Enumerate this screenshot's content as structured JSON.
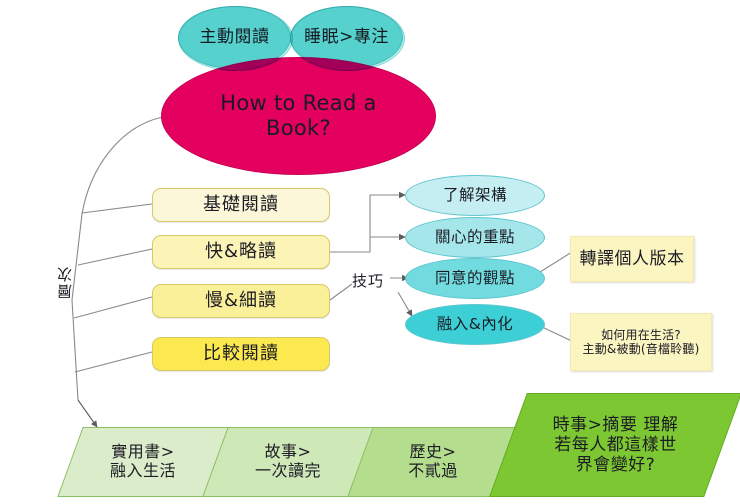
{
  "diagram": {
    "title_center": {
      "line1": "How to Read a",
      "line2": "Book?"
    },
    "top_topics": [
      {
        "label": "主動閱讀"
      },
      {
        "label": "睡眠>專注"
      }
    ],
    "edge_labels": {
      "levels": "層次",
      "skills": "技巧"
    },
    "levels": [
      {
        "label": "基礎閱讀"
      },
      {
        "label": "快&略讀"
      },
      {
        "label": "慢&細讀"
      },
      {
        "label": "比較閱讀"
      }
    ],
    "skills": [
      {
        "label": "了解架構"
      },
      {
        "label": "關心的重點"
      },
      {
        "label": "同意的觀點"
      },
      {
        "label": "融入&內化"
      }
    ],
    "notes": [
      {
        "line1": "轉譯個人版本"
      },
      {
        "line1": "如何用在生活?",
        "line2": "主動&被動(音檔聆聽)"
      }
    ],
    "applications": [
      {
        "line1": "實用書>",
        "line2": "融入生活"
      },
      {
        "line1": "故事>",
        "line2": "一次讀完"
      },
      {
        "line1": "歷史>",
        "line2": "不貳過"
      }
    ],
    "conclusion": {
      "line1": "時事>摘要 理解",
      "line2": "若每人都這樣世",
      "line3": "界會變好?"
    },
    "colors": {
      "central_pink": "#e4005e",
      "topic_cyan": "#79e0de",
      "skill_cyan_1": "#c4eef1",
      "skill_cyan_2": "#a4e6ea",
      "skill_cyan_3": "#72dbe0",
      "skill_cyan_4": "#3ccfd6",
      "level_yellow_1": "#fbf7d8",
      "level_yellow_2": "#fbf4b6",
      "level_yellow_3": "#fbf09a",
      "level_yellow_4": "#fbe94f",
      "note_yellow": "#fbf5c2",
      "green_1": "#dbeccb",
      "green_2": "#cfe8b8",
      "green_3": "#b4dd8e",
      "green_4": "#7dc832",
      "line_gray": "#8a8a8a"
    }
  }
}
